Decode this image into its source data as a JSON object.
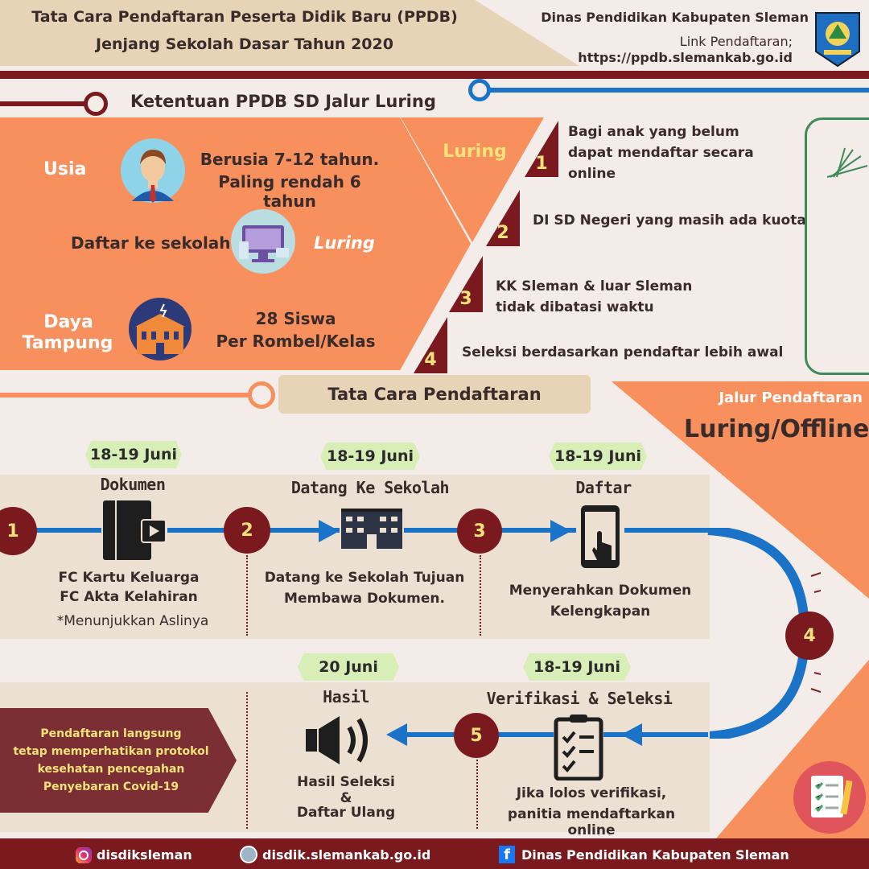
{
  "header": {
    "title_line1": "Tata Cara Pendaftaran Peserta Didik Baru (PPDB)",
    "title_line2": "Jenjang Sekolah Dasar Tahun 2020",
    "org": "Dinas Pendidikan Kabupaten Sleman",
    "link_label": "Link Pendaftaran;",
    "link_url": "https://ppdb.slemankab.go.id"
  },
  "ketentuan": {
    "heading": "Ketentuan PPDB SD Jalur Luring",
    "usia_label": "Usia",
    "usia_text1": "Berusia 7-12 tahun.",
    "usia_text2": "Paling rendah 6 tahun",
    "daftar_label": "Daftar ke sekolah",
    "daftar_mode": "Luring",
    "daya_label1": "Daya",
    "daya_label2": "Tampung",
    "daya_text1": "28 Siswa",
    "daya_text2": "Per Rombel/Kelas",
    "funnel_label": "Luring",
    "rules": [
      {
        "num": "1",
        "line1": "Bagi anak yang belum",
        "line2": "dapat mendaftar secara",
        "line3": "online"
      },
      {
        "num": "2",
        "line1": "DI SD Negeri yang masih ada kuota"
      },
      {
        "num": "3",
        "line1": "KK Sleman & luar Sleman",
        "line2": "tidak dibatasi waktu"
      },
      {
        "num": "4",
        "line1": "Seleksi berdasarkan pendaftar lebih awal"
      }
    ]
  },
  "tata_cara": {
    "heading": "Tata Cara Pendaftaran",
    "jalur_label": "Jalur Pendaftaran",
    "jalur_value": "Luring/Offline",
    "steps": [
      {
        "num": "1",
        "date": "18-19 Juni",
        "title": "Dokumen",
        "desc1": "FC Kartu Keluarga",
        "desc2": "FC  Akta Kelahiran",
        "note": "*Menunjukkan Aslinya"
      },
      {
        "num": "2",
        "date": "18-19 Juni",
        "title": "Datang Ke Sekolah",
        "desc1": "Datang ke Sekolah Tujuan",
        "desc2": "Membawa Dokumen."
      },
      {
        "num": "3",
        "date": "18-19 Juni",
        "title": "Daftar",
        "desc1": "Menyerahkan Dokumen",
        "desc2": "Kelengkapan"
      },
      {
        "num": "4"
      },
      {
        "num": "5",
        "date": "18-19 Juni",
        "title": "Verifikasi & Seleksi",
        "desc1": "Jika lolos verifikasi,",
        "desc2": "panitia mendaftarkan online"
      },
      {
        "date": "20 Juni",
        "title": "Hasil",
        "desc1": "Hasil Seleksi",
        "desc2": "&",
        "desc3": "Daftar Ulang"
      }
    ],
    "notice1": "Pendaftaran langsung",
    "notice2": "tetap memperhatikan protokol",
    "notice3": "kesehatan pencegahan",
    "notice4": "Penyebaran Covid-19"
  },
  "footer": {
    "instagram": "disdiksleman",
    "website": "disdik.slemankab.go.id",
    "facebook": "Dinas Pendidikan Kabupaten Sleman"
  },
  "colors": {
    "maroon": "#7a1a1f",
    "orange": "#f7905c",
    "cream": "#e7d3b5",
    "blue": "#1a73c7",
    "yellow": "#f5e27a",
    "green_tag": "#d7eeb6"
  }
}
